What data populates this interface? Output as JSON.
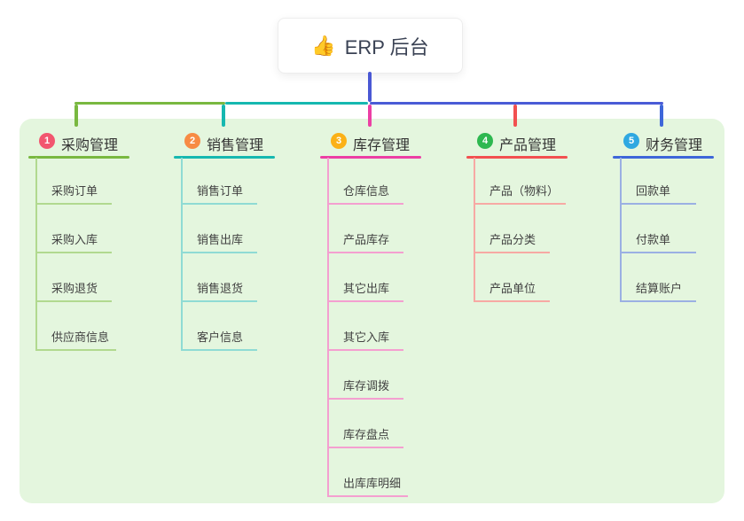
{
  "root": {
    "emoji": "👍",
    "label": "ERP 后台"
  },
  "colors": {
    "panel_bg": "#E4F6DE",
    "stem": "#4A58D4",
    "bus_green": "#79B840",
    "bus_teal": "#16B8B0",
    "bus_blue": "#4A5BD6"
  },
  "branches": [
    {
      "num": "1",
      "title": "采购管理",
      "badge_color": "#F2566F",
      "line_color": "#79B840",
      "sub_line_color": "#B1D98F",
      "items": [
        "采购订单",
        "采购入库",
        "采购退货",
        "供应商信息"
      ]
    },
    {
      "num": "2",
      "title": "销售管理",
      "badge_color": "#F78B44",
      "line_color": "#16B8B0",
      "sub_line_color": "#8FDBD4",
      "items": [
        "销售订单",
        "销售出库",
        "销售退货",
        "客户信息"
      ]
    },
    {
      "num": "3",
      "title": "库存管理",
      "badge_color": "#FBB117",
      "line_color": "#EC3FA4",
      "sub_line_color": "#F49FD0",
      "items": [
        "仓库信息",
        "产品库存",
        "其它出库",
        "其它入库",
        "库存调拨",
        "库存盘点",
        "出库库明细"
      ]
    },
    {
      "num": "4",
      "title": "产品管理",
      "badge_color": "#2EB850",
      "line_color": "#F25050",
      "sub_line_color": "#F7A9A4",
      "items": [
        "产品（物料）",
        "产品分类",
        "产品单位"
      ]
    },
    {
      "num": "5",
      "title": "财务管理",
      "badge_color": "#2FA8E1",
      "line_color": "#3E66D9",
      "sub_line_color": "#9BB0E3",
      "items": [
        "回款单",
        "付款单",
        "结算账户"
      ]
    }
  ]
}
